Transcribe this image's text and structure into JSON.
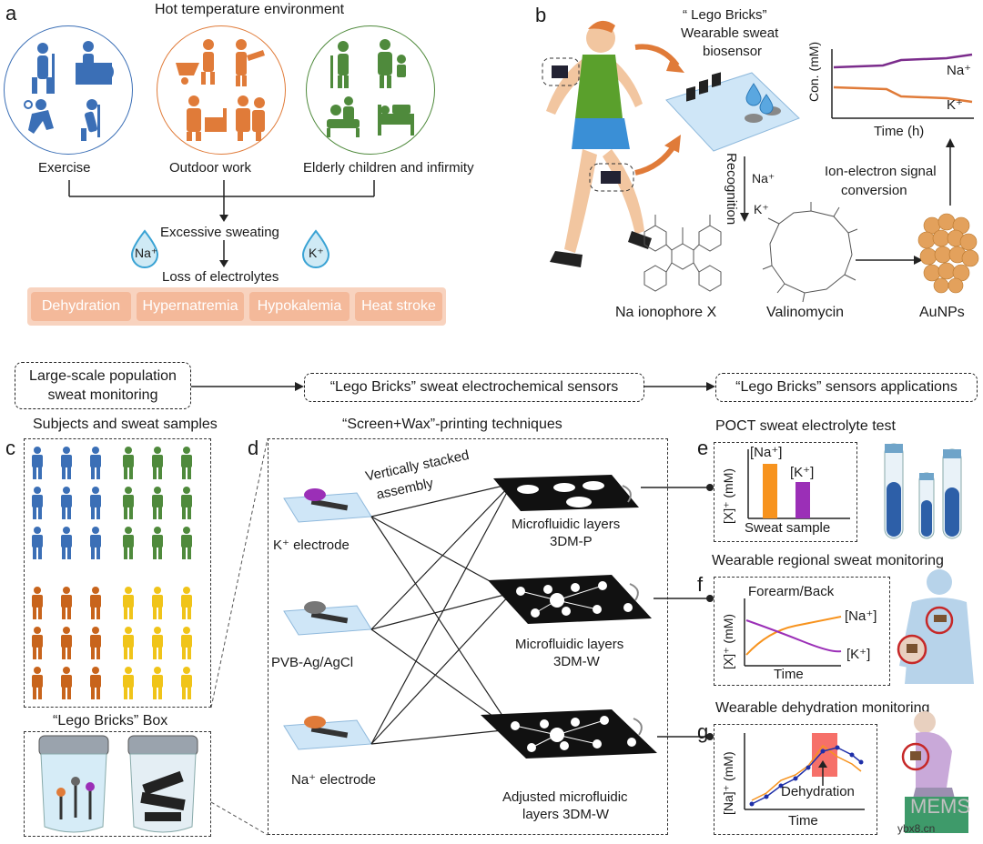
{
  "panel_a": {
    "letter": "a",
    "title": "Hot temperature environment",
    "groups": [
      "Exercise",
      "Outdoor work",
      "Elderly children and infirmity"
    ],
    "sweating": "Excessive sweating",
    "na_drop": "Na⁺",
    "k_drop": "K⁺",
    "loss": "Loss of electrolytes",
    "conditions": [
      "Dehydration",
      "Hypernatremia",
      "Hypokalemia",
      "Heat stroke"
    ],
    "colors": {
      "exercise": "#3b6fb6",
      "outdoor": "#e07b39",
      "elderly": "#4f8a3c",
      "pill": "#f4b99a"
    }
  },
  "panel_b": {
    "letter": "b",
    "biosensor": [
      "“ Lego Bricks”",
      "Wearable sweat",
      "biosensor"
    ],
    "recognition": "Recognition",
    "na_label": "Na⁺",
    "k_label": "K⁺",
    "signal": [
      "Ion-electron signal",
      "conversion"
    ],
    "chart_ylabel": "Con. (mM)",
    "chart_xlabel": "Time (h)",
    "chart_na": "Na⁺",
    "chart_k": "K⁺",
    "molecules": [
      "Na ionophore X",
      "Valinomycin",
      "AuNPs"
    ]
  },
  "flow": {
    "box1": [
      "Large-scale population",
      "sweat monitoring"
    ],
    "box2": "“Lego Bricks” sweat electrochemical sensors",
    "box3": "“Lego Bricks” sensors applications"
  },
  "panel_c": {
    "letter": "c",
    "title": "Subjects and sweat samples",
    "box_label": "“Lego Bricks” Box",
    "colors": {
      "blue": "#3b6fb6",
      "green": "#4f8a3c",
      "orange": "#c8641c",
      "yellow": "#f0c419"
    }
  },
  "panel_d": {
    "letter": "d",
    "title": "“Screen+Wax”-printing techniques",
    "stack": [
      "Vertically stacked",
      "assembly"
    ],
    "electrodes": [
      "K⁺ electrode",
      "PVB-Ag/AgCl",
      "Na⁺ electrode"
    ],
    "layers": [
      [
        "Microfluidic layers",
        "3DM-P"
      ],
      [
        "Microfluidic layers",
        "3DM-W"
      ],
      [
        "Adjusted microfluidic",
        "layers 3DM-W"
      ]
    ]
  },
  "panel_e": {
    "letter": "e",
    "title": "POCT sweat electrolyte test",
    "ylabel": "[X]⁺ (mM)",
    "xlabel": "Sweat sample",
    "bar_labels": [
      "[Na⁺]",
      "[K⁺]"
    ]
  },
  "panel_f": {
    "letter": "f",
    "title": "Wearable regional sweat monitoring",
    "chart_title": "Forearm/Back",
    "ylabel": "[X]⁺ (mM)",
    "xlabel": "Time",
    "na": "[Na⁺]",
    "k": "[K⁺]"
  },
  "panel_g": {
    "letter": "g",
    "title": "Wearable dehydration monitoring",
    "ylabel": "[Na]⁺ (mM)",
    "xlabel": "Time",
    "annotation": "Dehydration"
  },
  "watermark": {
    "brand": "MEMS",
    "site": "ybx8.cn"
  }
}
